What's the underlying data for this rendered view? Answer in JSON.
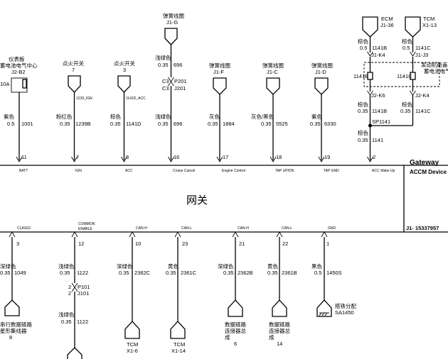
{
  "module": {
    "name": "Gateway",
    "device": "ACCM Device",
    "label_cn": "网关",
    "connector": "J1- 15337957"
  },
  "top_circuits": [
    {
      "id": "ipc",
      "source_lines": [
        "仪表板",
        "蓄电池电气中心",
        "J2-B2"
      ],
      "fuse": "10A",
      "color": "紫色",
      "gauge": "0.5",
      "circuit": "1001",
      "pin": "11",
      "pin_label": "BATT"
    },
    {
      "id": "ign",
      "source_lines": [
        "点火开关",
        "7"
      ],
      "small_label": "1239_IGN",
      "color": "粉红色",
      "gauge": "0.35",
      "circuit": "1239B",
      "pin": "7",
      "pin_label": "IGN"
    },
    {
      "id": "acc",
      "source_lines": [
        "点火开关",
        "3"
      ],
      "small_label": "1141D_ACC",
      "color": "棕色",
      "gauge": "0.35",
      "circuit": "1141D",
      "pin": "8",
      "pin_label": "ACC"
    },
    {
      "id": "cruise",
      "source_lines": [
        "弹簧线圈",
        "J1-G"
      ],
      "color": "浅绿色",
      "gauge": "0.35",
      "circuit": "696",
      "inline": [
        "C3",
        "P201",
        "C3",
        "J201"
      ],
      "color2": "浅绿色",
      "gauge2": "0.35",
      "circuit2": "696",
      "pin": "16",
      "pin_label": "Cruise Cancel"
    },
    {
      "id": "engine",
      "source_lines": [
        "弹簧线圈",
        "J1-F"
      ],
      "color": "灰色",
      "gauge": "0.35",
      "circuit": "1884",
      "pin": "17",
      "pin_label": "Engine Control"
    },
    {
      "id": "tapup",
      "source_lines": [
        "弹簧线圈",
        "J1-C"
      ],
      "color": "灰色/黑色",
      "gauge": "0.35",
      "circuit": "5525",
      "pin": "18",
      "pin_label": "TAP UP/DN"
    },
    {
      "id": "tapgnd",
      "source_lines": [
        "弹簧线圈",
        "J1-D"
      ],
      "color": "紫色",
      "gauge": "0.35",
      "circuit": "6330",
      "pin": "19",
      "pin_label": "TAP GND"
    }
  ],
  "wake_circuit": {
    "ecm": {
      "name": "ECM",
      "pin": "J1-36",
      "color": "棕色",
      "gauge": "0.5",
      "circuit": "1141B",
      "terminal": "J1-K4",
      "terminal_lower": "J2-K6",
      "mid_label": "1141B",
      "color_lower": "棕色",
      "gauge_lower": "0.35",
      "circuit_lower": "1141B"
    },
    "tcm": {
      "name": "TCM",
      "pin": "X1-13",
      "color": "棕色",
      "gauge": "0.5",
      "circuit": "1141C",
      "terminal": "J1-J3",
      "terminal_lower": "J2-K4",
      "mid_label": "1141C",
      "color_lower": "棕色",
      "gauge_lower": "0.35",
      "circuit_lower": "1141C"
    },
    "box_label": [
      "发动机舱盖下",
      "蓄电池电气"
    ],
    "splice": "SP1141",
    "color": "棕色",
    "gauge": "0.35",
    "circuit": "1141",
    "pin": "2",
    "pin_label": "ACC Wake Up"
  },
  "bottom_circuits": [
    {
      "id": "class2",
      "pin": "3",
      "pin_label": "CLASS2",
      "color": "深绿色",
      "gauge": "0.35",
      "circuit": "1049",
      "dest_lines": [
        "串行数据链路",
        "星形集线器",
        "8"
      ]
    },
    {
      "id": "common",
      "pin": "12",
      "pin_label": "COMMON",
      "pin_label2": "ENABLE",
      "color": "浅绿色",
      "gauge": "0.35",
      "circuit": "1122",
      "inline": [
        "2",
        "P101",
        "2",
        "J101"
      ],
      "color2": "浅绿色",
      "gauge2": "0.35",
      "circuit2": "1122"
    },
    {
      "id": "canh-tcm",
      "pin": "10",
      "pin_label": "CAN-H",
      "color": "深绿色",
      "gauge": "0.35",
      "circuit": "2362C",
      "dest_lines": [
        "TCM",
        "X1-6"
      ]
    },
    {
      "id": "canl-tcm",
      "pin": "23",
      "pin_label": "CAN-L",
      "color": "黄色",
      "gauge": "0.35",
      "circuit": "2361C",
      "dest_lines": [
        "TCM",
        "X1-14"
      ]
    },
    {
      "id": "canh-dlc",
      "pin": "21",
      "pin_label": "CAN-H",
      "color": "深绿色",
      "gauge": "0.35",
      "circuit": "2362B",
      "dest_lines": [
        "数据链路",
        "连接器总",
        "成",
        "6"
      ]
    },
    {
      "id": "canl-dlc",
      "pin": "22",
      "pin_label": "CAN-L",
      "color": "黄色",
      "gauge": "0.35",
      "circuit": "2361B",
      "dest_lines": [
        "数据链路",
        "连接器总",
        "成",
        "14"
      ]
    },
    {
      "id": "gnd",
      "pin": "1",
      "pin_label": "GND",
      "color": "黑色",
      "gauge": "0.5",
      "circuit": "1450S",
      "dest_lines": [
        "搭铁分配",
        "SA1450"
      ]
    }
  ]
}
